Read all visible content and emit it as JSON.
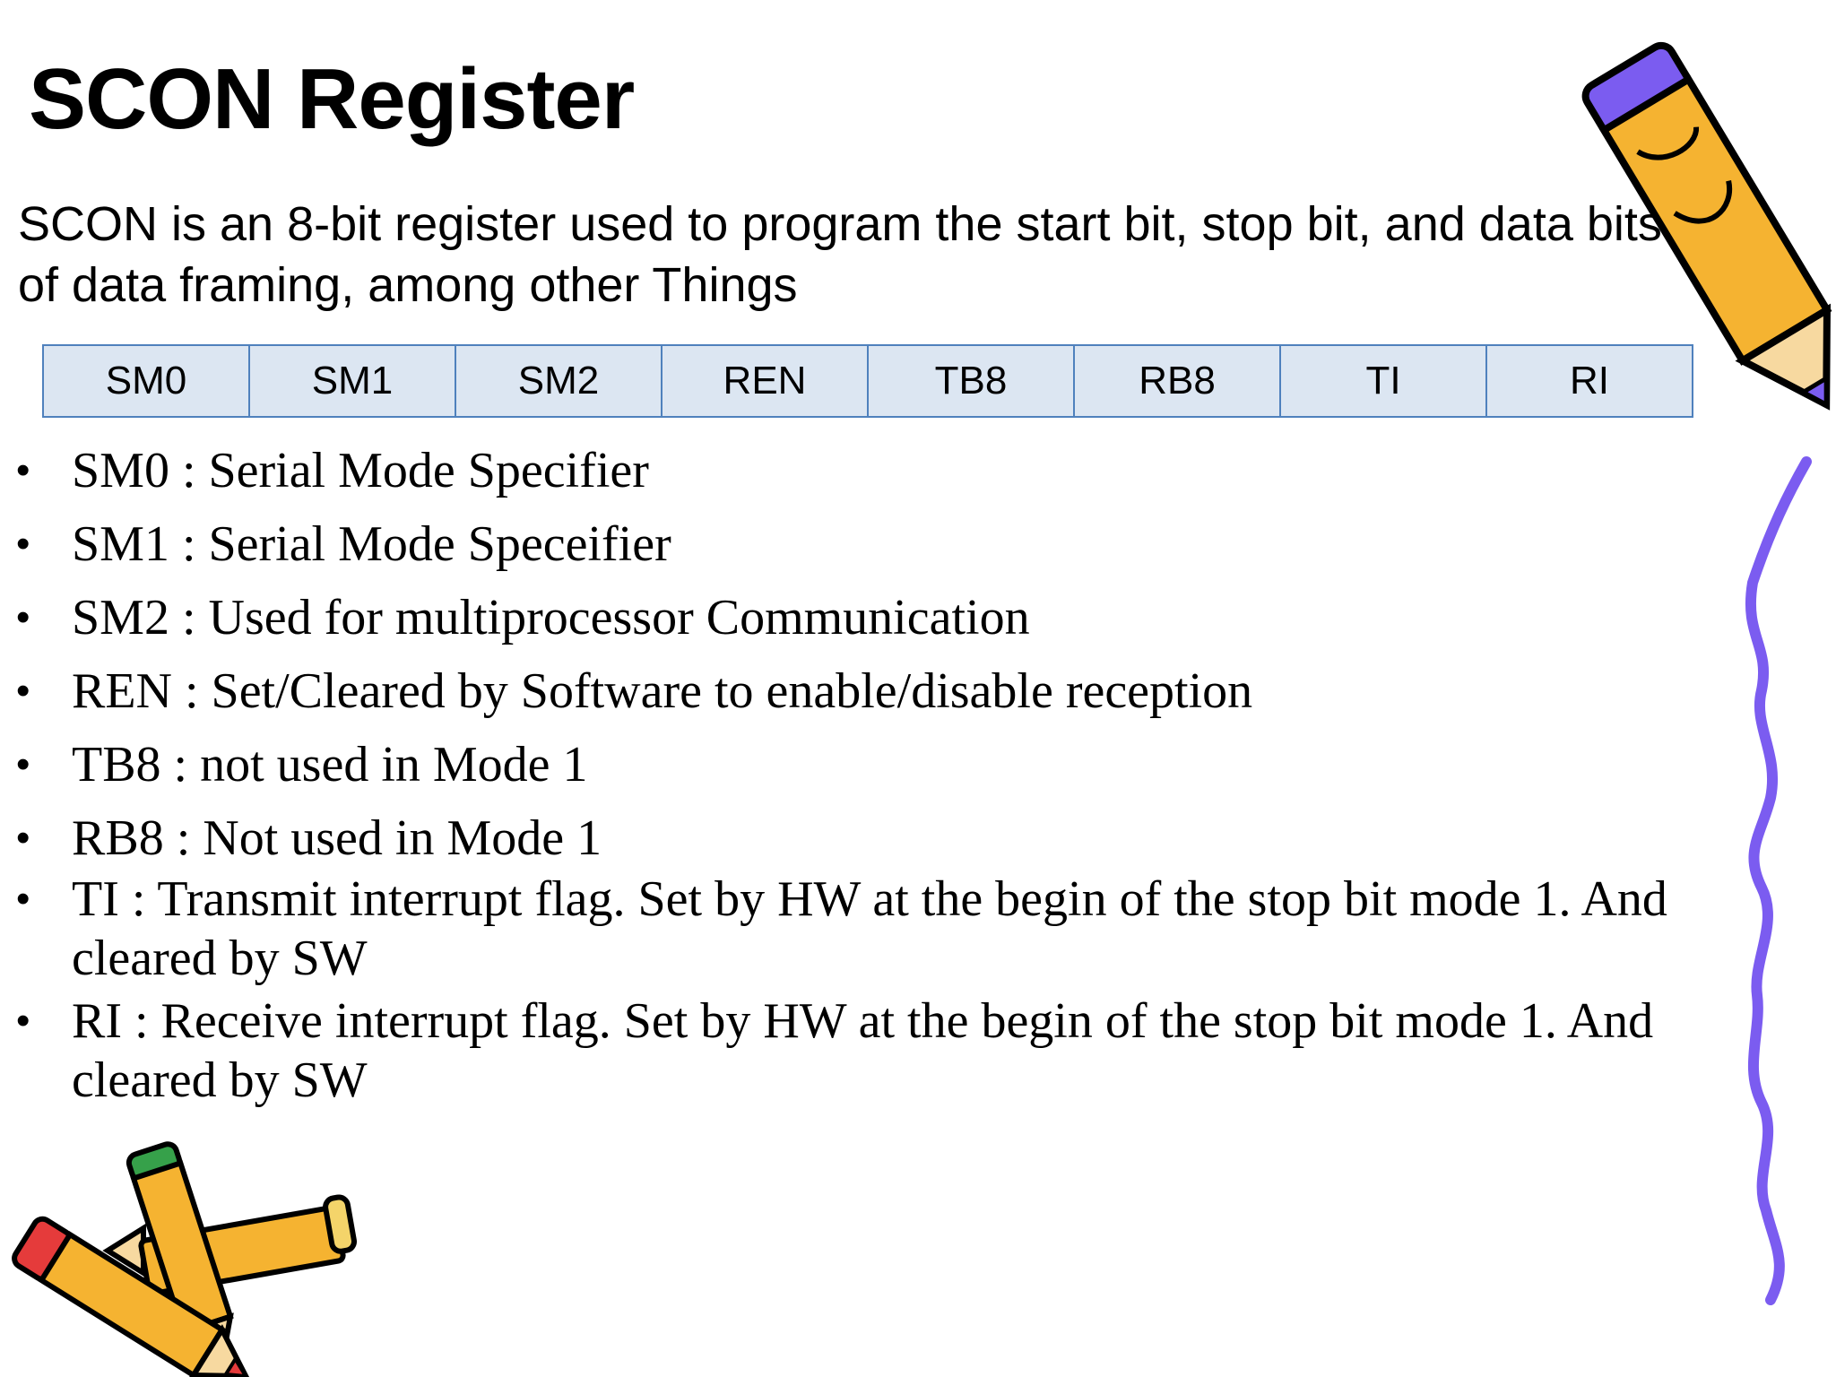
{
  "slide": {
    "title": "SCON Register",
    "intro": "SCON is an 8-bit register used to program the start bit, stop bit, and data bits of data framing, among other Things"
  },
  "register": {
    "bits": [
      "SM0",
      "SM1",
      "SM2",
      "REN",
      "TB8",
      "RB8",
      "TI",
      "RI"
    ]
  },
  "bullets": [
    "SM0 : Serial Mode Specifier",
    "SM1 : Serial Mode Speceifier",
    "SM2 : Used for multiprocessor Communication",
    "REN : Set/Cleared by Software to enable/disable reception",
    "TB8 : not used in Mode 1",
    "RB8 : Not used in Mode 1",
    "TI : Transmit interrupt flag. Set by HW at the begin of the stop bit mode 1. And cleared by SW",
    "RI : Receive interrupt flag. Set by HW at the begin of the stop bit mode 1. And cleared by SW"
  ],
  "colors": {
    "table_fill": "#dce6f2",
    "table_border": "#4f81bd",
    "pencil_yellow": "#f5b331",
    "pencil_purple": "#7b5cf0",
    "squiggle_purple": "#7b5cf0"
  },
  "decorations": [
    "pencil-icon",
    "squiggle-line",
    "crossed-pencils-icon"
  ]
}
